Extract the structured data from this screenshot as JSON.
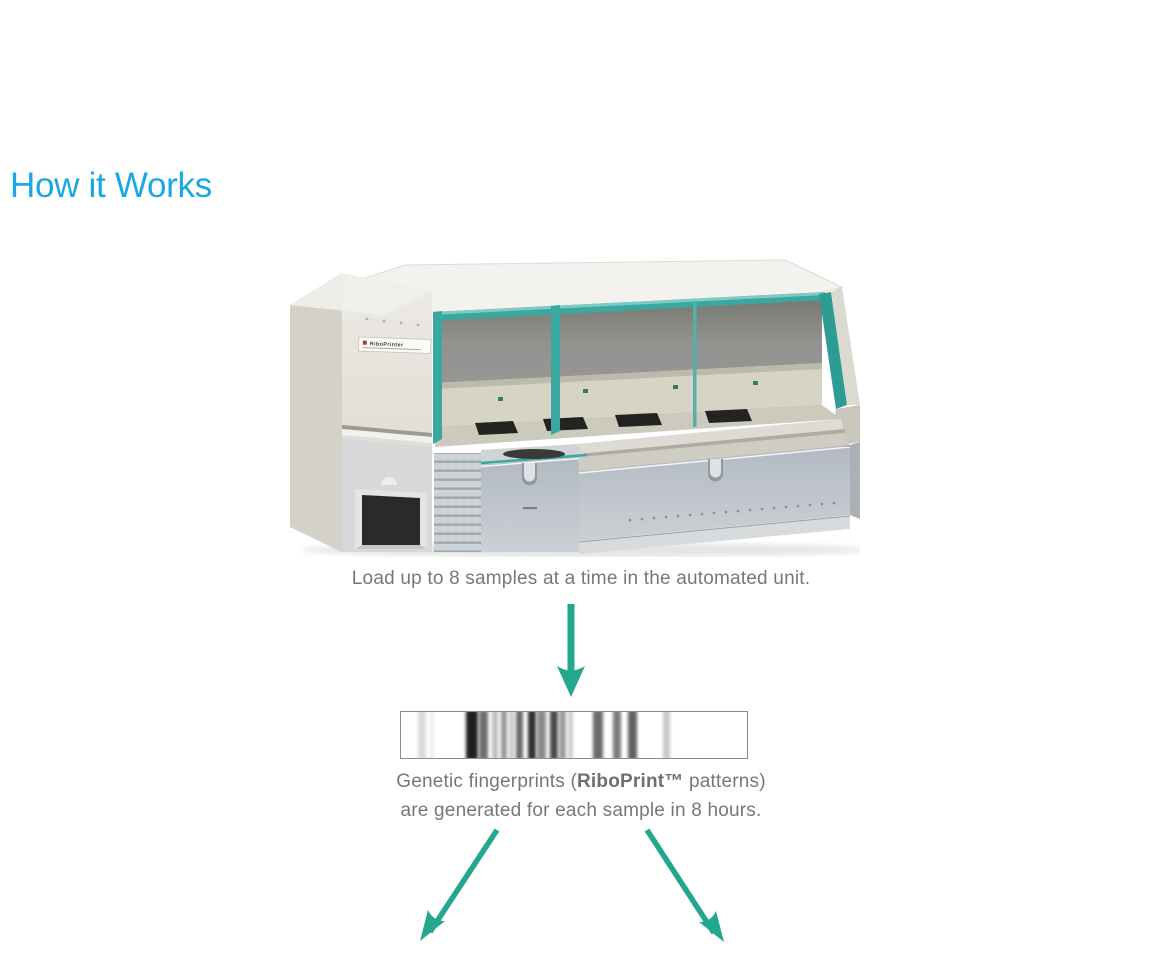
{
  "page": {
    "title": "How it Works"
  },
  "colors": {
    "heading_blue": "#1ba7e3",
    "arrow_teal": "#23a78f",
    "machine_teal": "#3aa8a0",
    "caption_gray": "#76777a"
  },
  "machine": {
    "label": "RiboPrinter",
    "caption": "Load up to 8 samples at a time in the automated unit."
  },
  "fingerprint": {
    "caption_prefix": "Genetic fingerprints (",
    "caption_bold": "RiboPrint™",
    "caption_suffix": " patterns)",
    "caption_line2": "are generated for each sample in 8 hours.",
    "bars": [
      {
        "pos": 4.9,
        "width": 2.3,
        "shade": "#dadada"
      },
      {
        "pos": 8.3,
        "width": 1.2,
        "shade": "#ebebeb"
      },
      {
        "pos": 18.9,
        "width": 3.3,
        "shade": "#1f1f1f"
      },
      {
        "pos": 22.4,
        "width": 2.8,
        "shade": "#6e6e6e"
      },
      {
        "pos": 26.3,
        "width": 1.6,
        "shade": "#bcbcbc"
      },
      {
        "pos": 28.8,
        "width": 1.8,
        "shade": "#979797"
      },
      {
        "pos": 31.3,
        "width": 1.3,
        "shade": "#c9c9c9"
      },
      {
        "pos": 33.3,
        "width": 2.0,
        "shade": "#696969"
      },
      {
        "pos": 36.8,
        "width": 2.3,
        "shade": "#2f2f2f"
      },
      {
        "pos": 39.3,
        "width": 2.6,
        "shade": "#8a8a8a"
      },
      {
        "pos": 43.2,
        "width": 2.3,
        "shade": "#4a4a4a"
      },
      {
        "pos": 45.8,
        "width": 2.0,
        "shade": "#9b9b9b"
      },
      {
        "pos": 48.3,
        "width": 1.3,
        "shade": "#cdcdcd"
      },
      {
        "pos": 55.5,
        "width": 2.8,
        "shade": "#6a6a6a"
      },
      {
        "pos": 61.3,
        "width": 2.2,
        "shade": "#7a7a7a"
      },
      {
        "pos": 65.6,
        "width": 2.6,
        "shade": "#606060"
      },
      {
        "pos": 75.8,
        "width": 2.0,
        "shade": "#c8c8c8"
      }
    ]
  }
}
